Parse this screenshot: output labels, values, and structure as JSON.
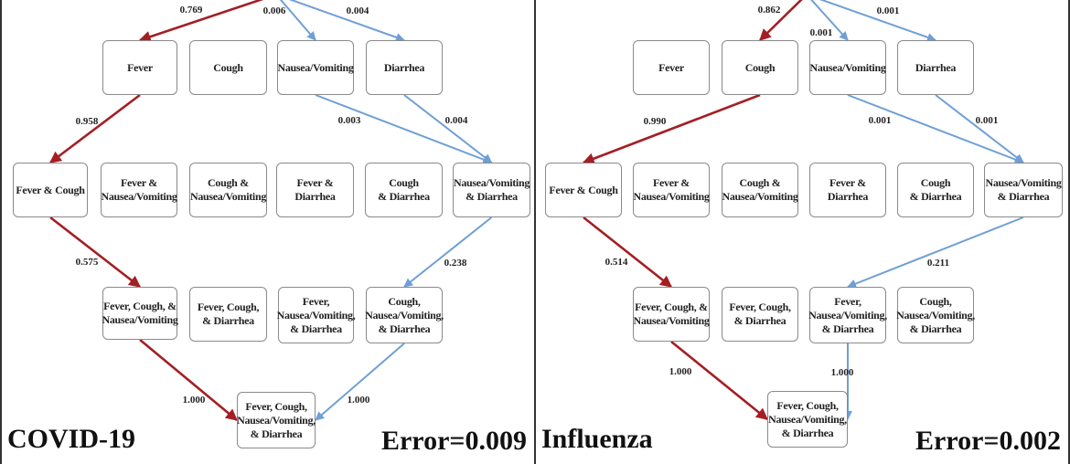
{
  "colors": {
    "selected_path": "#a31f24",
    "alternative_path": "#6f9fd6",
    "node_border": "#8a8a8a"
  },
  "panels": [
    {
      "id": "covid",
      "title": "COVID-19",
      "error": "Error=0.009",
      "nodes": {
        "fever": "Fever",
        "cough": "Cough",
        "nausea": "Nausea/Vomiting",
        "diarrhea": "Diarrhea",
        "fever_cough": "Fever & Cough",
        "fever_nausea": "Fever &\nNausea/Vomiting",
        "cough_nausea": "Cough &\nNausea/Vomiting",
        "fever_diarrhea": "Fever &\nDiarrhea",
        "cough_diarrhea": "Cough\n& Diarrhea",
        "nausea_diarrhea": "Nausea/Vomiting\n& Diarrhea",
        "fcn": "Fever, Cough, &\nNausea/Vomiting",
        "fcd": "Fever, Cough,\n& Diarrhea",
        "fnd": "Fever,\nNausea/Vomiting,\n& Diarrhea",
        "cnd": "Cough,\nNausea/Vomiting,\n& Diarrhea",
        "all": "Fever, Cough,\nNausea/Vomiting,\n& Diarrhea"
      },
      "edges": [
        {
          "to": "fever",
          "prob": "0.769",
          "kind": "selected"
        },
        {
          "to": "nausea",
          "prob": "0.006",
          "kind": "alternative"
        },
        {
          "to": "diarrhea",
          "prob": "0.004",
          "kind": "alternative"
        },
        {
          "from": "fever",
          "to": "fever_cough",
          "prob": "0.958",
          "kind": "selected"
        },
        {
          "from": "nausea",
          "to": "nausea_diarrhea",
          "prob": "0.003",
          "kind": "alternative"
        },
        {
          "from": "diarrhea",
          "to": "nausea_diarrhea",
          "prob": "0.004",
          "kind": "alternative"
        },
        {
          "from": "fever_cough",
          "to": "fcn",
          "prob": "0.575",
          "kind": "selected"
        },
        {
          "from": "nausea_diarrhea",
          "to": "cnd",
          "prob": "0.238",
          "kind": "alternative"
        },
        {
          "from": "fcn",
          "to": "all",
          "prob": "1.000",
          "kind": "selected"
        },
        {
          "from": "cnd",
          "to": "all",
          "prob": "1.000",
          "kind": "alternative"
        }
      ]
    },
    {
      "id": "flu",
      "title": "Influenza",
      "error": "Error=0.002",
      "nodes": {
        "fever": "Fever",
        "cough": "Cough",
        "nausea": "Nausea/Vomiting",
        "diarrhea": "Diarrhea",
        "fever_cough": "Fever & Cough",
        "fever_nausea": "Fever &\nNausea/Vomiting",
        "cough_nausea": "Cough &\nNausea/Vomiting",
        "fever_diarrhea": "Fever &\nDiarrhea",
        "cough_diarrhea": "Cough\n& Diarrhea",
        "nausea_diarrhea": "Nausea/Vomiting\n& Diarrhea",
        "fcn": "Fever, Cough, &\nNausea/Vomiting",
        "fcd": "Fever, Cough,\n& Diarrhea",
        "fnd": "Fever,\nNausea/Vomiting,\n& Diarrhea",
        "cnd": "Cough,\nNausea/Vomiting,\n& Diarrhea",
        "all": "Fever, Cough,\nNausea/Vomiting,\n& Diarrhea"
      },
      "edges": [
        {
          "to": "cough",
          "prob": "0.862",
          "kind": "selected"
        },
        {
          "to": "nausea",
          "prob": "0.001",
          "kind": "alternative"
        },
        {
          "to": "diarrhea",
          "prob": "0.001",
          "kind": "alternative"
        },
        {
          "from": "cough",
          "to": "fever_cough",
          "prob": "0.990",
          "kind": "selected"
        },
        {
          "from": "nausea",
          "to": "nausea_diarrhea",
          "prob": "0.001",
          "kind": "alternative"
        },
        {
          "from": "diarrhea",
          "to": "nausea_diarrhea",
          "prob": "0.001",
          "kind": "alternative"
        },
        {
          "from": "fever_cough",
          "to": "fcn",
          "prob": "0.514",
          "kind": "selected"
        },
        {
          "from": "nausea_diarrhea",
          "to": "fnd",
          "prob": "0.211",
          "kind": "alternative"
        },
        {
          "from": "fcn",
          "to": "all",
          "prob": "1.000",
          "kind": "selected"
        },
        {
          "from": "fnd",
          "to": "all",
          "prob": "1.000",
          "kind": "alternative"
        }
      ]
    }
  ]
}
